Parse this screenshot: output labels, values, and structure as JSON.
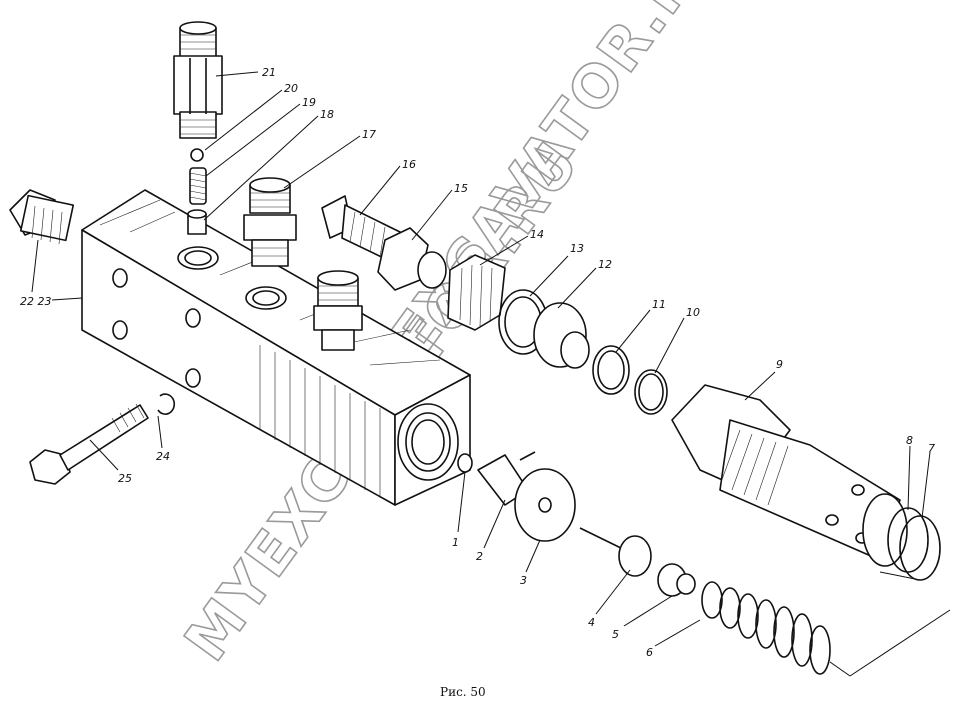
{
  "figure": {
    "caption": "Рис. 50",
    "watermark_1": "MYEXCAVATOR.RU",
    "watermark_2": "MYEXCAVATOR.RU"
  },
  "callouts": [
    {
      "id": "c1",
      "text": "1"
    },
    {
      "id": "c2",
      "text": "2"
    },
    {
      "id": "c3",
      "text": "3"
    },
    {
      "id": "c4",
      "text": "4"
    },
    {
      "id": "c5",
      "text": "5"
    },
    {
      "id": "c6",
      "text": "6"
    },
    {
      "id": "c7",
      "text": "7"
    },
    {
      "id": "c8",
      "text": "8"
    },
    {
      "id": "c9",
      "text": "9"
    },
    {
      "id": "c10",
      "text": "10"
    },
    {
      "id": "c11",
      "text": "11"
    },
    {
      "id": "c12",
      "text": "12"
    },
    {
      "id": "c13",
      "text": "13"
    },
    {
      "id": "c14",
      "text": "14"
    },
    {
      "id": "c15",
      "text": "15"
    },
    {
      "id": "c16",
      "text": "16"
    },
    {
      "id": "c17",
      "text": "17"
    },
    {
      "id": "c18",
      "text": "18"
    },
    {
      "id": "c19",
      "text": "19"
    },
    {
      "id": "c20",
      "text": "20"
    },
    {
      "id": "c21",
      "text": "21"
    },
    {
      "id": "c22",
      "text": "22 23"
    },
    {
      "id": "c23",
      "text": "23"
    },
    {
      "id": "c24",
      "text": "24"
    },
    {
      "id": "c25",
      "text": "25"
    }
  ]
}
